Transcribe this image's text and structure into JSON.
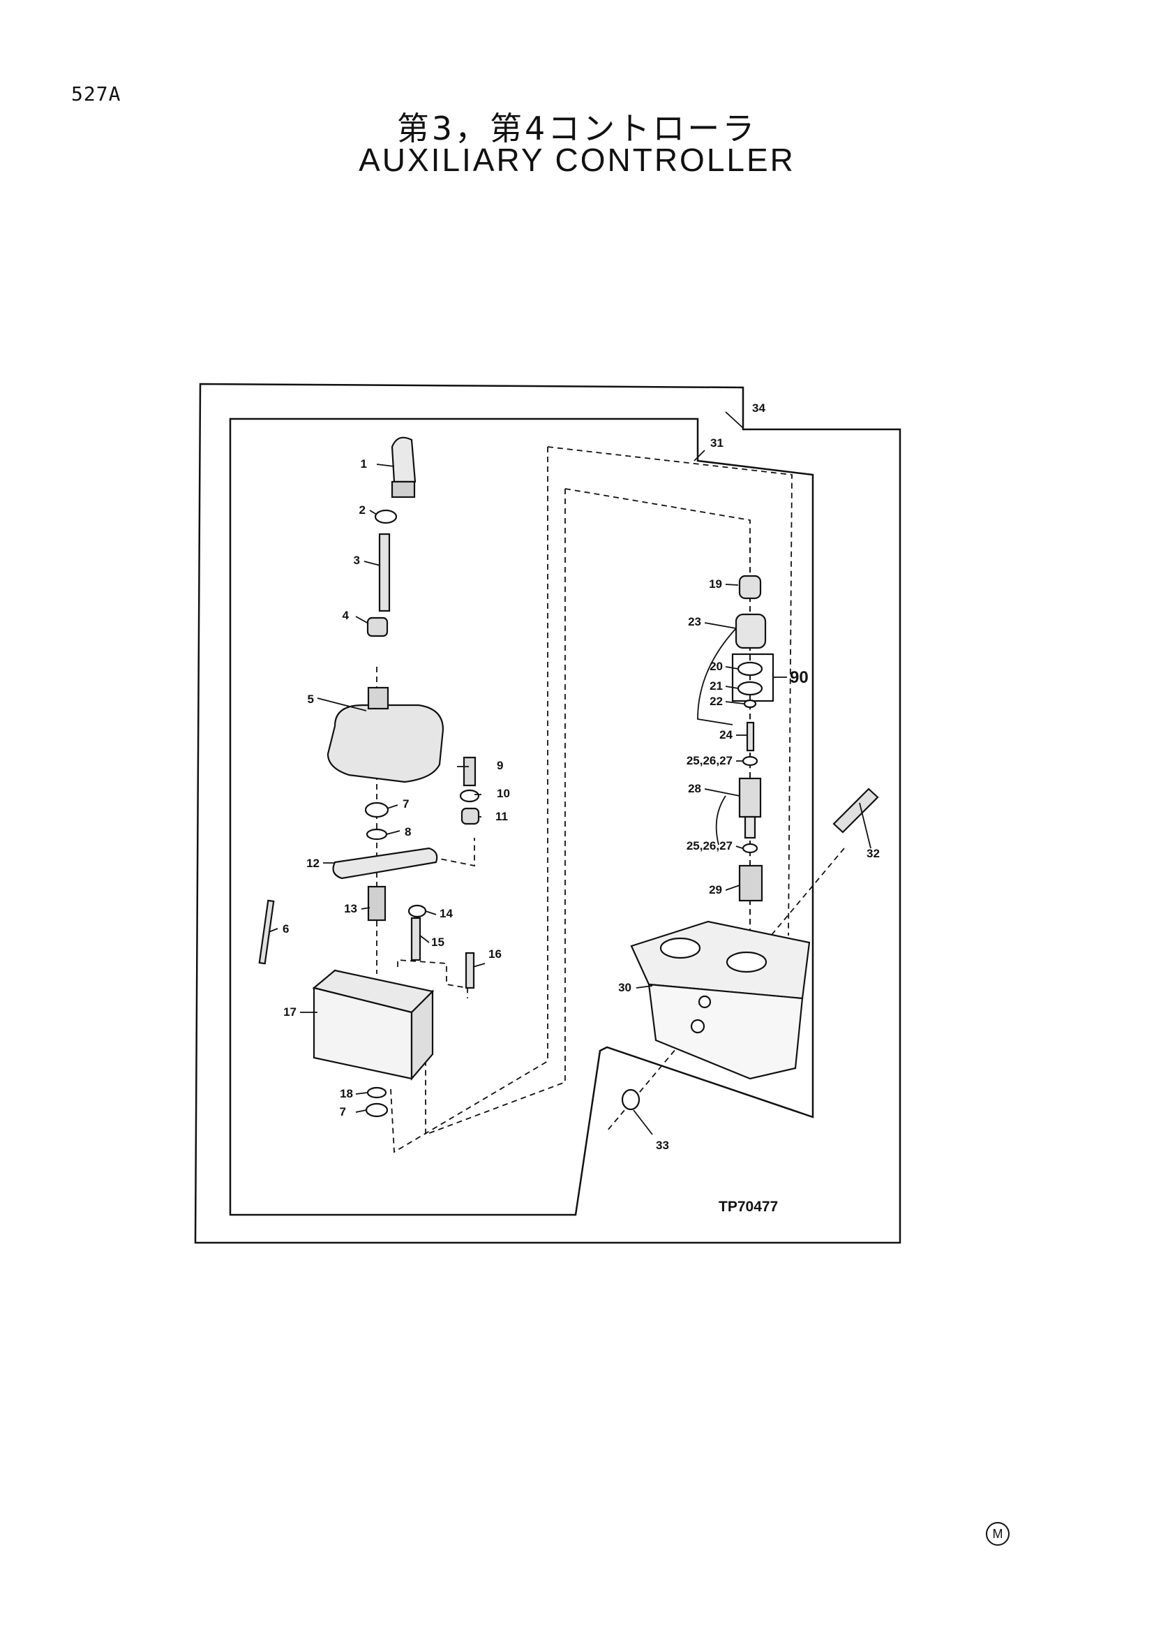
{
  "page_code": "527A",
  "title_jp": "第3，第4コントローラ",
  "title_en": "AUXILIARY  CONTROLLER",
  "figure_ref": "TP70477",
  "manufacturer_mark": "M",
  "callouts": {
    "c1": "1",
    "c2": "2",
    "c3": "3",
    "c4": "4",
    "c5": "5",
    "c6": "6",
    "c7a": "7",
    "c7b": "7",
    "c8": "8",
    "c9": "9",
    "c10": "10",
    "c11": "11",
    "c12": "12",
    "c13": "13",
    "c14": "14",
    "c15": "15",
    "c16": "16",
    "c17": "17",
    "c18": "18",
    "c19": "19",
    "c20": "20",
    "c21": "21",
    "c22": "22",
    "c23": "23",
    "c24": "24",
    "c25a": "25,26,27",
    "c25b": "25,26,27",
    "c28": "28",
    "c29": "29",
    "c30": "30",
    "c31": "31",
    "c32": "32",
    "c33": "33",
    "c34": "34",
    "c90": "90"
  }
}
